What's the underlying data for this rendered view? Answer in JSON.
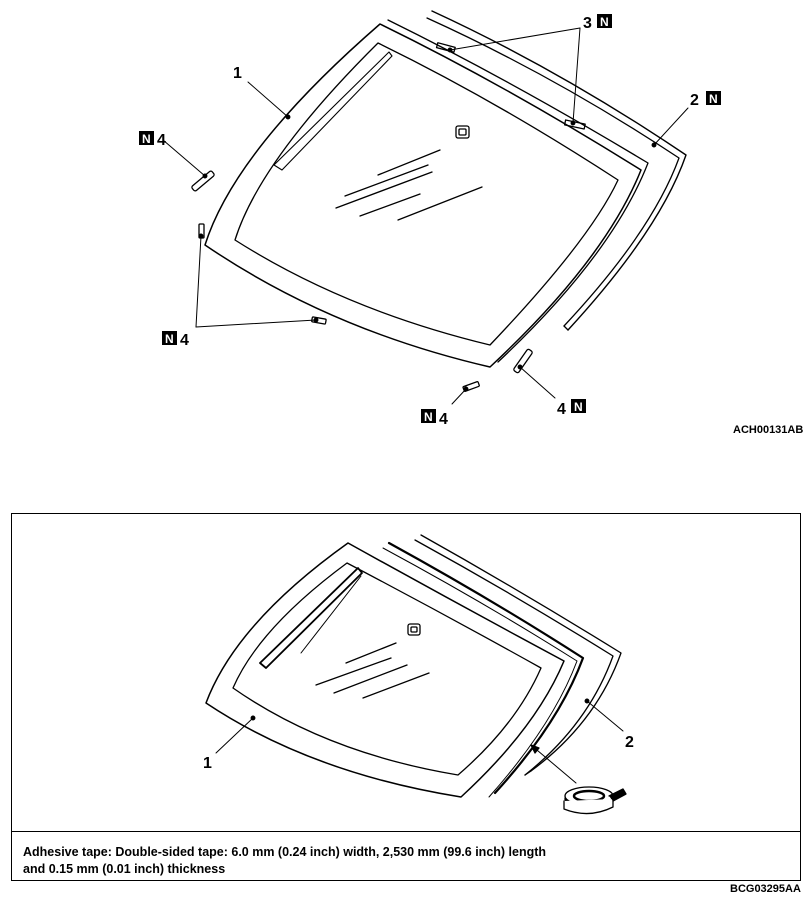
{
  "figure1": {
    "code": "ACH00131AB",
    "labels": {
      "part1": "1",
      "part2": "2",
      "part3": "3",
      "part4": "4",
      "new_mark": "N"
    }
  },
  "figure2": {
    "code": "BCG03295AA",
    "labels": {
      "part1": "1",
      "part2": "2"
    },
    "caption_line1": "Adhesive tape: Double-sided tape:  6.0 mm (0.24 inch) width, 2,530 mm (99.6 inch) length",
    "caption_line2": "and 0.15 mm (0.01 inch) thickness"
  }
}
